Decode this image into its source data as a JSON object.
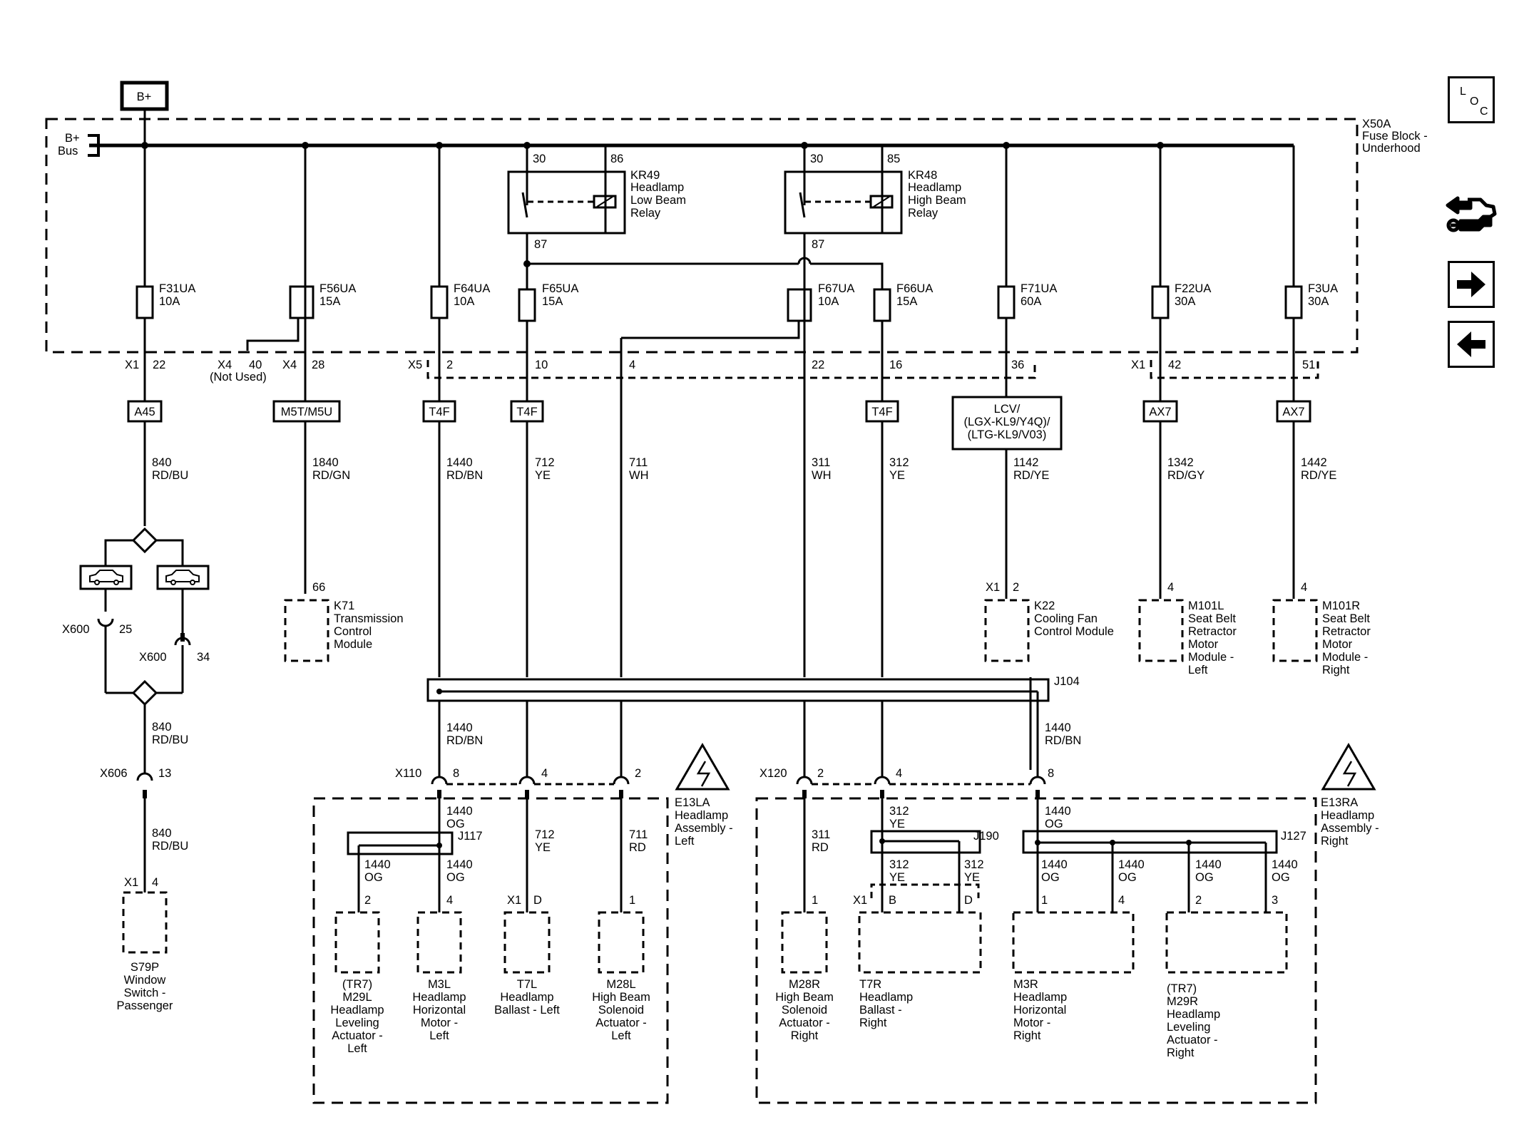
{
  "power": {
    "battery": "B+",
    "bus_label": [
      "B+",
      "Bus"
    ]
  },
  "fuse_block": {
    "ref": "X50A",
    "name": [
      "Fuse Block -",
      "Underhood"
    ]
  },
  "relays": [
    {
      "ref": "KR49",
      "name": [
        "Headlamp",
        "Low Beam",
        "Relay"
      ],
      "pins": [
        "30",
        "86",
        "87"
      ]
    },
    {
      "ref": "KR48",
      "name": [
        "Headlamp",
        "High Beam",
        "Relay"
      ],
      "pins": [
        "30",
        "85",
        "87"
      ]
    }
  ],
  "fuses": [
    {
      "ref": "F31UA",
      "rating": "10A"
    },
    {
      "ref": "F56UA",
      "rating": "15A"
    },
    {
      "ref": "F64UA",
      "rating": "10A"
    },
    {
      "ref": "F65UA",
      "rating": "15A"
    },
    {
      "ref": "F67UA",
      "rating": "10A"
    },
    {
      "ref": "F66UA",
      "rating": "15A"
    },
    {
      "ref": "F71UA",
      "rating": "60A"
    },
    {
      "ref": "F22UA",
      "rating": "30A"
    },
    {
      "ref": "F3UA",
      "rating": "30A"
    }
  ],
  "connector_pins": {
    "x1_22": [
      "X1",
      "22"
    ],
    "x4_40": [
      "X4",
      "40"
    ],
    "not_used": "(Not Used)",
    "x4_28": [
      "X4",
      "28"
    ],
    "x5_pins": [
      "X5",
      "2",
      "10",
      "4",
      "22",
      "16",
      "36"
    ],
    "x1_pins": [
      "X1",
      "42",
      "51"
    ]
  },
  "options": {
    "a45": "A45",
    "m5t": "M5T/M5U",
    "t4f": "T4F",
    "lcv": [
      "LCV/",
      "(LGX-KL9/Y4Q)/",
      "(LTG-KL9/V03)"
    ],
    "ax7": "AX7"
  },
  "wires": {
    "w840": [
      "840",
      "RD/BU"
    ],
    "w1840": [
      "1840",
      "RD/GN"
    ],
    "w1440": [
      "1440",
      "RD/BN"
    ],
    "w712": [
      "712",
      "YE"
    ],
    "w711": [
      "711",
      "WH"
    ],
    "w311": [
      "311",
      "WH"
    ],
    "w312": [
      "312",
      "YE"
    ],
    "w1142": [
      "1142",
      "RD/YE"
    ],
    "w1342": [
      "1342",
      "RD/GY"
    ],
    "w1442": [
      "1442",
      "RD/YE"
    ],
    "og1440": [
      "1440",
      "OG"
    ],
    "w711rd": [
      "711",
      "RD"
    ],
    "w311rd": [
      "311",
      "RD"
    ]
  },
  "inline": {
    "x600a": [
      "X600",
      "25"
    ],
    "x600b": [
      "X600",
      "34"
    ],
    "x606": [
      "X606",
      "13"
    ],
    "x110": [
      "X110",
      "8",
      "4",
      "2"
    ],
    "x120": [
      "X120",
      "2",
      "4",
      "8"
    ]
  },
  "splices": {
    "j104": "J104",
    "j117": "J117",
    "j190": "J190",
    "j127": "J127"
  },
  "modules": {
    "k71": {
      "pin": "66",
      "name": [
        "K71",
        "Transmission",
        "Control",
        "Module"
      ]
    },
    "k22": {
      "pin": [
        "X1",
        "2"
      ],
      "name": [
        "K22",
        "Cooling Fan",
        "Control Module"
      ]
    },
    "m101l": {
      "pin": "4",
      "name": [
        "M101L",
        "Seat Belt",
        "Retractor",
        "Motor",
        "Module -",
        "Left"
      ]
    },
    "m101r": {
      "pin": "4",
      "name": [
        "M101R",
        "Seat Belt",
        "Retractor",
        "Motor",
        "Module -",
        "Right"
      ]
    },
    "s79p": {
      "pin": [
        "X1",
        "4"
      ],
      "name": [
        "S79P",
        "Window",
        "Switch -",
        "Passenger"
      ]
    }
  },
  "assemblies": {
    "left": {
      "name": [
        "E13LA",
        "Headlamp",
        "Assembly -",
        "Left"
      ]
    },
    "right": {
      "name": [
        "E13RA",
        "Headlamp",
        "Assembly -",
        "Right"
      ]
    }
  },
  "left_components": {
    "m29l": {
      "pin": "2",
      "name": [
        "(TR7)",
        "M29L",
        "Headlamp",
        "Leveling",
        "Actuator -",
        "Left"
      ]
    },
    "m3l": {
      "pin": "4",
      "name": [
        "M3L",
        "Headlamp",
        "Horizontal",
        "Motor -",
        "Left"
      ]
    },
    "t7l": {
      "pin": [
        "X1",
        "D"
      ],
      "name": [
        "T7L",
        "Headlamp",
        "Ballast - Left"
      ]
    },
    "m28l": {
      "pin": "1",
      "name": [
        "M28L",
        "High Beam",
        "Solenoid",
        "Actuator -",
        "Left"
      ]
    }
  },
  "right_components": {
    "m28r": {
      "pin": "1",
      "name": [
        "M28R",
        "High Beam",
        "Solenoid",
        "Actuator -",
        "Right"
      ]
    },
    "t7r": {
      "pin": [
        "X1",
        "B",
        "D"
      ],
      "name": [
        "T7R",
        "Headlamp",
        "Ballast -",
        "Right"
      ]
    },
    "m3r": {
      "pin": [
        "1",
        "4"
      ],
      "name": [
        "M3R",
        "Headlamp",
        "Horizontal",
        "Motor -",
        "Right"
      ]
    },
    "m29r": {
      "pin": [
        "2",
        "3"
      ],
      "name": [
        "(TR7)",
        "M29R",
        "Headlamp",
        "Leveling",
        "Actuator -",
        "Right"
      ]
    }
  },
  "nav": {
    "loc": [
      "L",
      "O",
      "C"
    ],
    "tools_icon": "vehicle-tools-icon",
    "next_icon": "arrow-right-icon",
    "prev_icon": "arrow-left-icon"
  }
}
